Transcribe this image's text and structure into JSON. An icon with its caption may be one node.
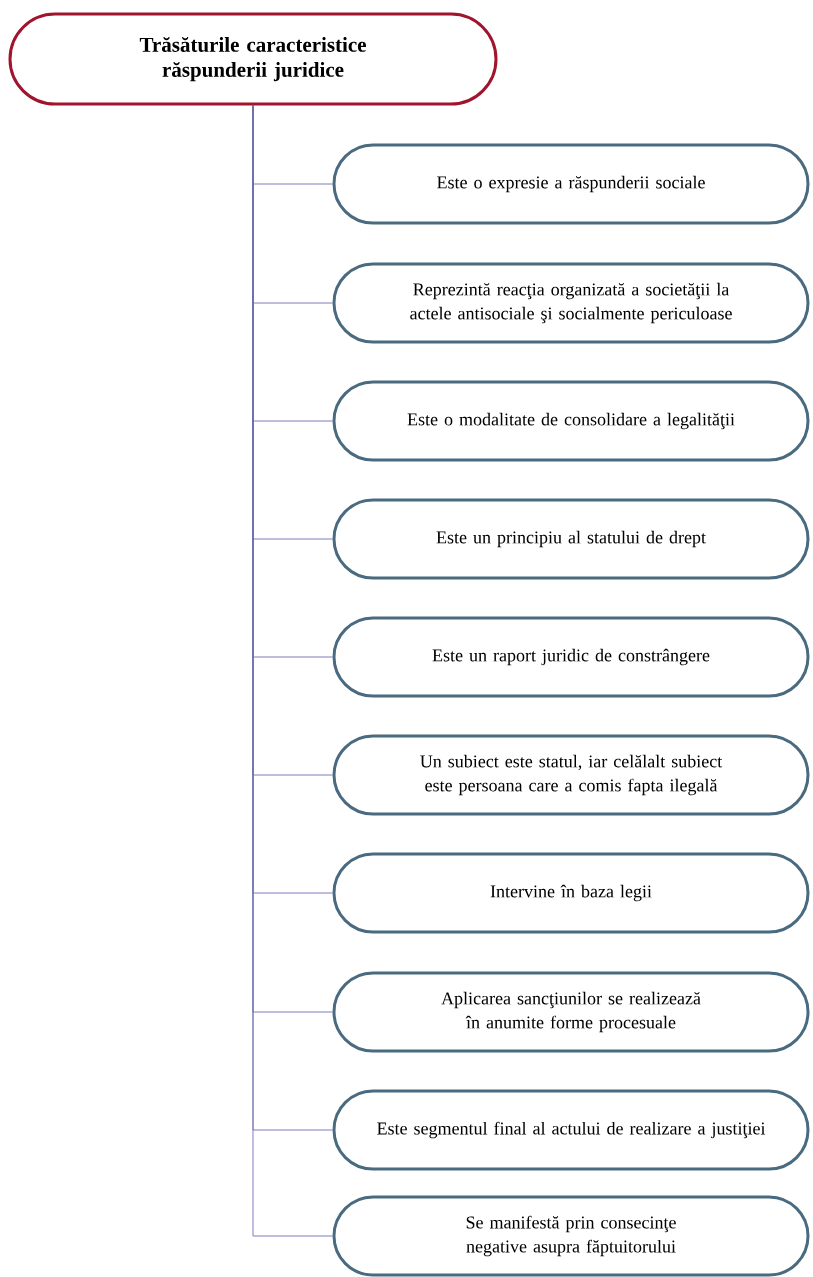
{
  "diagram": {
    "nodes": [
      {
        "text": [
          "Trăsăturile caracteristice răspunderii juridice"
        ]
      },
      {
        "text": [
          "Este o expresie a răspunderii sociale"
        ]
      },
      {
        "text": [
          "Reprezintă reacţia organizată a societăţii la actele antisociale şi socialmente periculoase"
        ]
      },
      {
        "text": [
          "Este o modalitate de consolidare a legalităţii"
        ]
      },
      {
        "text": [
          "Este un principiu al statului de drept"
        ]
      },
      {
        "text": [
          "Este un raport juridic de constrângere"
        ]
      },
      {
        "text": [
          "Un subiect este statul, iar celălalt subiect este persoana care a comis fapta ilegală"
        ]
      },
      {
        "text": [
          "Intervine în baza legii"
        ]
      },
      {
        "text": [
          "Aplicarea sancţiunilor se realizează în anumite forme procesuale"
        ]
      },
      {
        "text": [
          "Este segmentul final al actului de realizare a justiţiei"
        ]
      },
      {
        "text": [
          "Se manifestă prin consecinţe negative asupra făptuitorului"
        ]
      }
    ],
    "edges": [
      {
        "from": 0,
        "to": 1,
        "arrow": "none"
      },
      {
        "from": 0,
        "to": 2,
        "arrow": "none"
      },
      {
        "from": 0,
        "to": 3,
        "arrow": "none"
      },
      {
        "from": 0,
        "to": 4,
        "arrow": "none"
      },
      {
        "from": 0,
        "to": 5,
        "arrow": "none"
      },
      {
        "from": 0,
        "to": 6,
        "arrow": "none"
      },
      {
        "from": 0,
        "to": 7,
        "arrow": "none"
      },
      {
        "from": 0,
        "to": 8,
        "arrow": "none"
      },
      {
        "from": 0,
        "to": 9,
        "arrow": "none"
      },
      {
        "from": 0,
        "to": 10,
        "arrow": "none"
      }
    ]
  }
}
